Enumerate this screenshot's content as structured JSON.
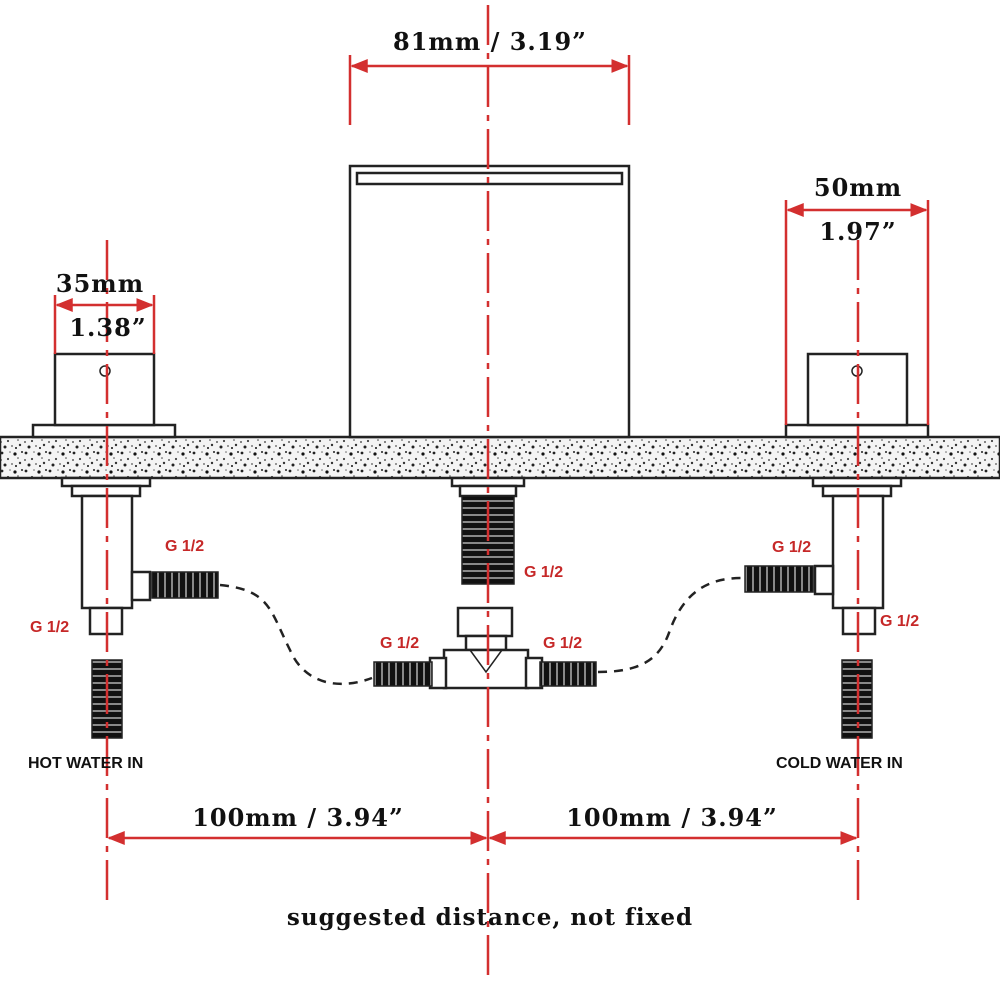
{
  "dimensions": {
    "spout_width": "81mm / 3.19”",
    "handle_base_mm": "50mm",
    "handle_base_in": "1.97”",
    "handle_width_mm": "35mm",
    "handle_width_in": "1.38”",
    "left_spacing": "100mm / 3.94”",
    "right_spacing": "100mm / 3.94”"
  },
  "connections": {
    "hot_side": "G 1/2",
    "hot_bottom": "G 1/2",
    "spout": "G 1/2",
    "tee_left": "G 1/2",
    "tee_right": "G 1/2",
    "cold_side": "G 1/2",
    "cold_bottom": "G 1/2"
  },
  "labels": {
    "hot_water": "HOT WATER IN",
    "cold_water": "COLD WATER IN",
    "note": "suggested distance, not fixed"
  },
  "colors": {
    "dimension_lines": "#d32f2f",
    "connection_labels": "#c62828",
    "drawing": "#222222"
  }
}
